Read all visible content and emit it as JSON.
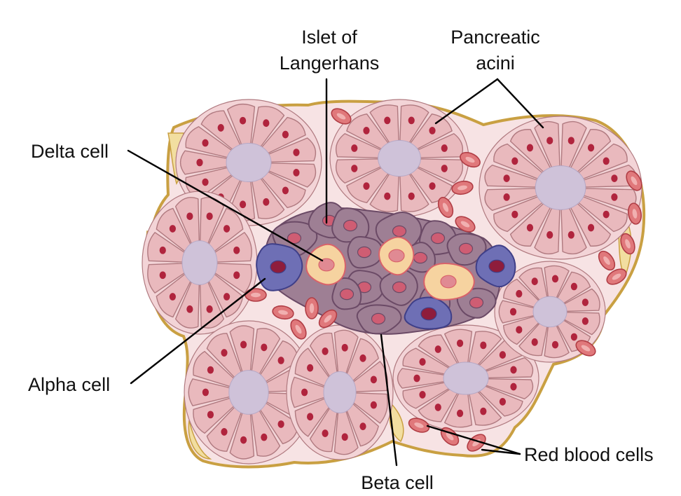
{
  "labels": {
    "islet_line1": "Islet of",
    "islet_line2": "Langerhans",
    "acini_line1": "Pancreatic",
    "acini_line2": "acini",
    "delta": "Delta cell",
    "alpha": "Alpha cell",
    "beta": "Beta cell",
    "rbc": "Red blood cells"
  },
  "colors": {
    "tissue_fill": "#f7e3e4",
    "tissue_border": "#c9a042",
    "stroma_yellow": "#f2dea0",
    "acinar_cell": "#e9b9bd",
    "acinar_outline": "#b07a80",
    "lumen": "#cfc2d9",
    "acinar_nucleus": "#b0243d",
    "beta_cell": "#9e7f94",
    "beta_outline": "#6b4a66",
    "beta_nucleus": "#cf5d73",
    "alpha_cell": "#6e6fb5",
    "alpha_outline": "#3f3f88",
    "alpha_nucleus": "#8e1d3c",
    "delta_cell": "#f6d3a0",
    "delta_outline": "#d9626a",
    "delta_nucleus": "#e08a93",
    "rbc_fill": "#e0787b",
    "rbc_outline": "#b03d45",
    "rbc_center": "#f1b0b0"
  }
}
